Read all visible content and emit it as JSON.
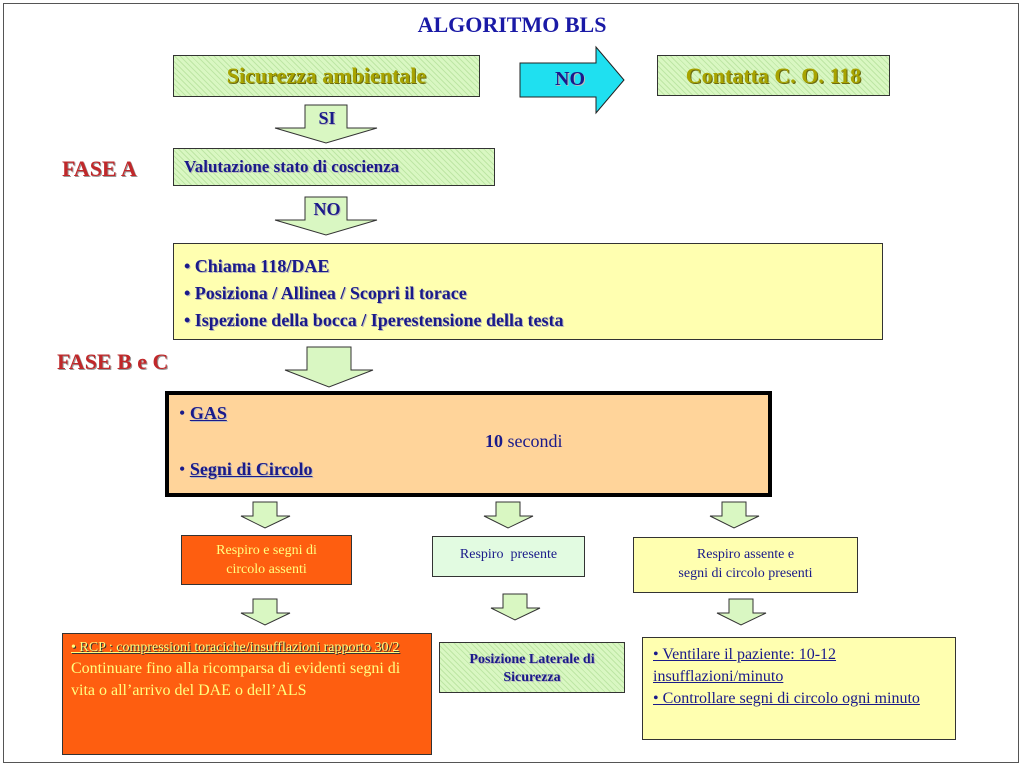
{
  "title": "ALGORITMO BLS",
  "top": {
    "sicurezza": "Sicurezza ambientale",
    "no_label": "NO",
    "contatta": "Contatta C. O. 118",
    "si_label": "SI"
  },
  "fase_a": {
    "label": "FASE A",
    "valutazione": "Valutazione stato di coscienza",
    "no_label": "NO"
  },
  "actions": [
    "• Chiama 118/DAE",
    "• Posiziona / Allinea / Scopri il torace",
    "• Ispezione della bocca / Iperestensione della testa"
  ],
  "fase_bc": {
    "label": "FASE B e C",
    "bullet": "•",
    "gas": "GAS",
    "seconds_num": "10",
    "seconds_word": "secondi",
    "segni": "Segni di Circolo"
  },
  "outcomes": {
    "left": {
      "line1": "Respiro e segni di",
      "line2": "circolo assenti"
    },
    "center": {
      "text": "Respiro  presente"
    },
    "right": {
      "line1": "Respiro assente e",
      "line2": "segni di circolo presenti"
    }
  },
  "results": {
    "left": {
      "rcp": "• RCP : compressioni toraciche/insufflazioni rapporto 30/2",
      "continue": "Continuare fino alla ricomparsa di evidenti segni di vita o all’arrivo del DAE o dell’ALS"
    },
    "center": {
      "line1": "Posizione Laterale di",
      "line2": "Sicurezza"
    },
    "right": {
      "item1": "• Ventilare il paziente: 10-12 insufflazioni/minuto",
      "item2": "• Controllare segni di circolo ogni minuto"
    }
  },
  "colors": {
    "title_blue": "#1a1aa6",
    "olive_text": "#a8a400",
    "phase_red": "#c0282a",
    "orange_fill": "#fe5e10",
    "yellow_fill": "#ffffb0",
    "peach_fill": "#ffd49a",
    "blue_arrow": "#1fe0f0",
    "arrow_green": "#d9f7c2"
  }
}
